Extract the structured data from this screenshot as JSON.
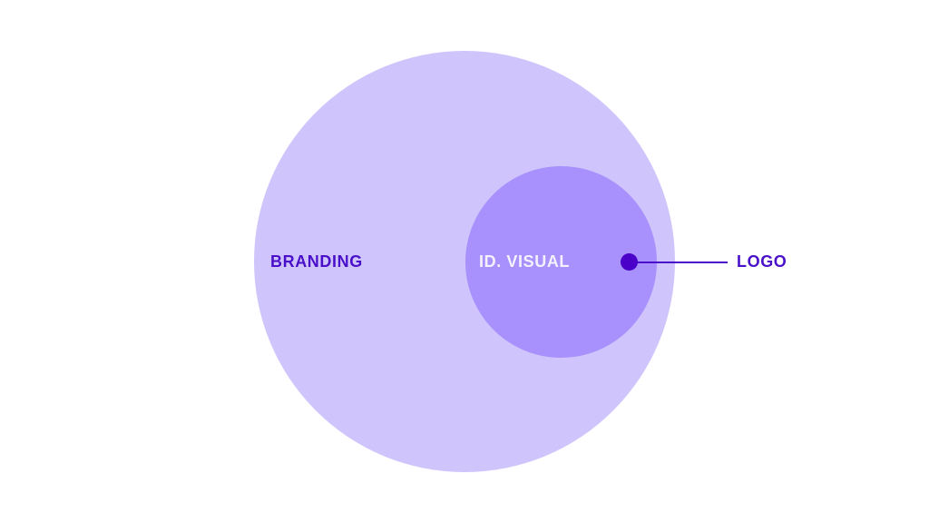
{
  "diagram": {
    "type": "nested-circles",
    "colors": {
      "outer_fill": "#cfc5fc",
      "inner_fill": "#a891fc",
      "accent": "#4a10c9",
      "inner_label": "#f4f1ff"
    },
    "outer": {
      "label": "BRANDING"
    },
    "inner": {
      "label": "ID. VISUAL"
    },
    "point": {
      "label": "LOGO"
    }
  }
}
